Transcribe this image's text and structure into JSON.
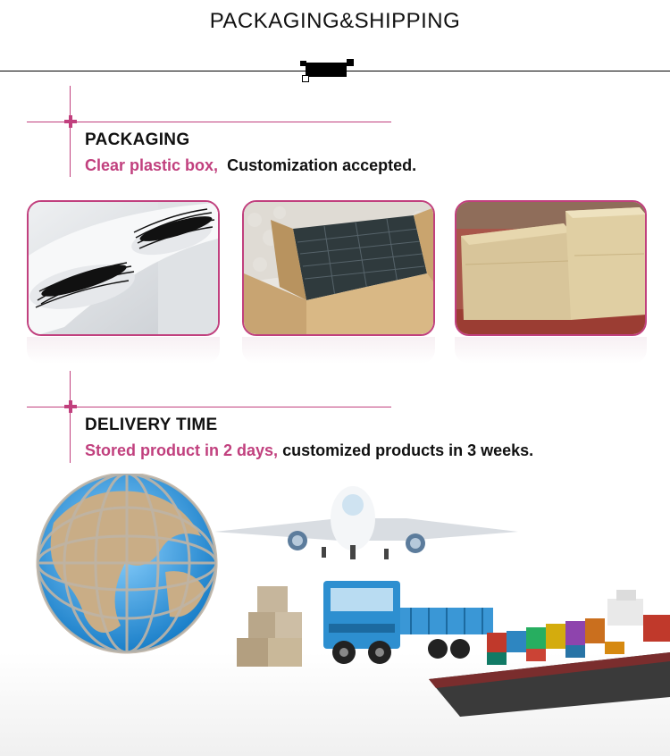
{
  "header": {
    "title": "PACKAGING&SHIPPING"
  },
  "packaging": {
    "title": "PACKAGING",
    "highlight": "Clear plastic box,",
    "text": "Customization accepted."
  },
  "gallery": {
    "items": [
      {
        "name": "lash-tray-photo"
      },
      {
        "name": "boxed-cases-photo"
      },
      {
        "name": "sealed-cartons-photo"
      }
    ]
  },
  "delivery": {
    "title": "DELIVERY TIME",
    "highlight": "Stored product in 2 days,",
    "text": "customized products in 3 weeks."
  },
  "colors": {
    "accent": "#c1407e",
    "text": "#111111",
    "truck": "#2d8fd0",
    "sky": "#3aa0e0"
  }
}
